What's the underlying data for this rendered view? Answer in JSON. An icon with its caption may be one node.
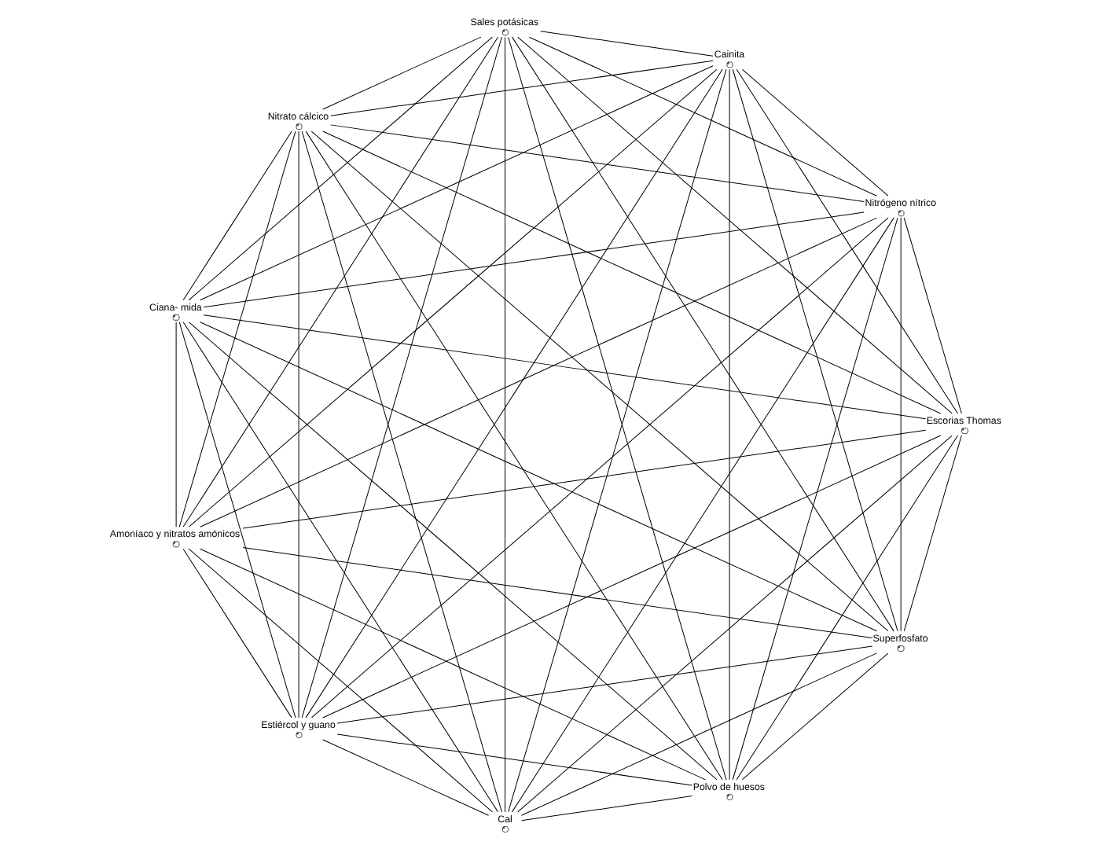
{
  "diagram": {
    "nodes": [
      {
        "text": [],
        "shape": "circle",
        "beside": [
          "Superfosfato"
        ]
      },
      {
        "text": [],
        "shape": "circle",
        "beside": [
          "Escorias Thomas"
        ]
      },
      {
        "text": [],
        "shape": "circle",
        "beside": [
          "Cal"
        ]
      },
      {
        "text": [],
        "shape": "circle",
        "beside": [
          "Estiércol y guano"
        ]
      },
      {
        "text": [],
        "shape": "circle",
        "beside": [
          "Amoníaco y nitratos amónicos"
        ]
      },
      {
        "text": [],
        "shape": "circle",
        "beside": [
          "Ciana- mida"
        ]
      },
      {
        "text": [],
        "shape": "circle",
        "beside": [
          "Nitrato cálcico"
        ]
      },
      {
        "text": [],
        "shape": "circle",
        "beside": [
          "Sales potásicas"
        ]
      },
      {
        "text": [],
        "shape": "circle",
        "beside": [
          "Cainita"
        ]
      },
      {
        "text": [],
        "shape": "circle",
        "beside": [
          "Nitrógeno nítrico"
        ]
      },
      {
        "text": [],
        "shape": "circle",
        "beside": [
          "Polvo de huesos"
        ]
      }
    ],
    "edges": [
      {
        "from": 0,
        "to": 1,
        "arrow": "none"
      },
      {
        "from": 0,
        "to": 2,
        "arrow": "none"
      },
      {
        "from": 0,
        "to": 3,
        "arrow": "none"
      },
      {
        "from": 0,
        "to": 4,
        "arrow": "none"
      },
      {
        "from": 0,
        "to": 5,
        "arrow": "none"
      },
      {
        "from": 0,
        "to": 6,
        "arrow": "none"
      },
      {
        "from": 0,
        "to": 7,
        "arrow": "none"
      },
      {
        "from": 0,
        "to": 8,
        "arrow": "none"
      },
      {
        "from": 0,
        "to": 9,
        "arrow": "none"
      },
      {
        "from": 0,
        "to": 10,
        "arrow": "none"
      },
      {
        "from": 1,
        "to": 2,
        "arrow": "none"
      },
      {
        "from": 1,
        "to": 3,
        "arrow": "none"
      },
      {
        "from": 1,
        "to": 4,
        "arrow": "none"
      },
      {
        "from": 1,
        "to": 5,
        "arrow": "none"
      },
      {
        "from": 1,
        "to": 6,
        "arrow": "none"
      },
      {
        "from": 1,
        "to": 7,
        "arrow": "none"
      },
      {
        "from": 1,
        "to": 8,
        "arrow": "none"
      },
      {
        "from": 1,
        "to": 9,
        "arrow": "none"
      },
      {
        "from": 1,
        "to": 10,
        "arrow": "none"
      },
      {
        "from": 2,
        "to": 3,
        "arrow": "none"
      },
      {
        "from": 2,
        "to": 4,
        "arrow": "none"
      },
      {
        "from": 2,
        "to": 5,
        "arrow": "none"
      },
      {
        "from": 2,
        "to": 6,
        "arrow": "none"
      },
      {
        "from": 2,
        "to": 7,
        "arrow": "none"
      },
      {
        "from": 2,
        "to": 8,
        "arrow": "none"
      },
      {
        "from": 2,
        "to": 9,
        "arrow": "none"
      },
      {
        "from": 2,
        "to": 10,
        "arrow": "none"
      },
      {
        "from": 3,
        "to": 4,
        "arrow": "none"
      },
      {
        "from": 3,
        "to": 5,
        "arrow": "none"
      },
      {
        "from": 3,
        "to": 6,
        "arrow": "none"
      },
      {
        "from": 3,
        "to": 7,
        "arrow": "none"
      },
      {
        "from": 3,
        "to": 8,
        "arrow": "none"
      },
      {
        "from": 3,
        "to": 9,
        "arrow": "none"
      },
      {
        "from": 3,
        "to": 10,
        "arrow": "none"
      },
      {
        "from": 4,
        "to": 5,
        "arrow": "none"
      },
      {
        "from": 4,
        "to": 6,
        "arrow": "none"
      },
      {
        "from": 4,
        "to": 7,
        "arrow": "none"
      },
      {
        "from": 4,
        "to": 8,
        "arrow": "none"
      },
      {
        "from": 4,
        "to": 9,
        "arrow": "none"
      },
      {
        "from": 4,
        "to": 10,
        "arrow": "none"
      },
      {
        "from": 5,
        "to": 6,
        "arrow": "none"
      },
      {
        "from": 5,
        "to": 7,
        "arrow": "none"
      },
      {
        "from": 5,
        "to": 8,
        "arrow": "none"
      },
      {
        "from": 5,
        "to": 9,
        "arrow": "none"
      },
      {
        "from": 5,
        "to": 10,
        "arrow": "none"
      },
      {
        "from": 6,
        "to": 7,
        "arrow": "none"
      },
      {
        "from": 6,
        "to": 8,
        "arrow": "none"
      },
      {
        "from": 6,
        "to": 9,
        "arrow": "none"
      },
      {
        "from": 6,
        "to": 10,
        "arrow": "none"
      },
      {
        "from": 7,
        "to": 8,
        "arrow": "none"
      },
      {
        "from": 7,
        "to": 9,
        "arrow": "none"
      },
      {
        "from": 7,
        "to": 10,
        "arrow": "none"
      },
      {
        "from": 8,
        "to": 9,
        "arrow": "none"
      },
      {
        "from": 8,
        "to": 10,
        "arrow": "none"
      },
      {
        "from": 9,
        "to": 10,
        "arrow": "none"
      }
    ]
  }
}
